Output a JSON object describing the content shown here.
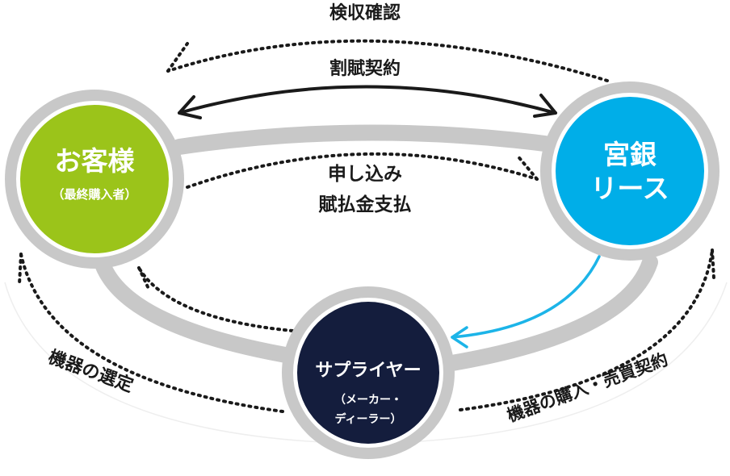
{
  "nodes": {
    "customer": {
      "title": "お客様",
      "subtitle": "（最終購入者）",
      "color": "#9bc41a"
    },
    "miyagin": {
      "title_line1": "宮銀",
      "title_line2": "リース",
      "color": "#00aee8"
    },
    "supplier": {
      "title": "サプライヤー",
      "subtitle_line1": "（メーカー・",
      "subtitle_line2": "ディーラー）",
      "color": "#141d3d"
    }
  },
  "flows": {
    "inspection": "検収確認",
    "installment_contract": "割賦契約",
    "application_line1": "申し込み",
    "application_line2": "賦払金支払",
    "equipment_selection": "機器の選定",
    "purchase_contract": "機器の購入・売買契約"
  },
  "colors": {
    "ring": "#c8c8c8",
    "dotted": "#1a1a1a",
    "solid_arrow": "#1a1a1a",
    "blue_arrow": "#1cb4e8"
  }
}
